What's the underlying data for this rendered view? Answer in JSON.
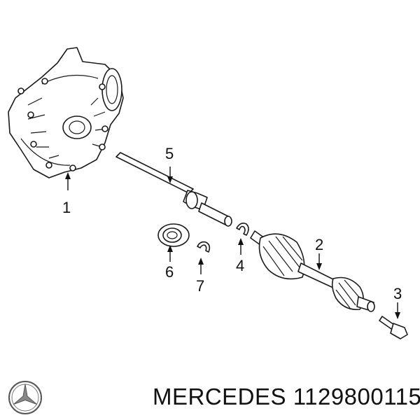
{
  "diagram": {
    "callouts": [
      "1",
      "2",
      "3",
      "4",
      "5",
      "6",
      "7"
    ]
  },
  "footer": {
    "brand": "MERCEDES",
    "part_number": "1129800115"
  },
  "icons": {
    "logo": "mercedes-star-logo"
  }
}
